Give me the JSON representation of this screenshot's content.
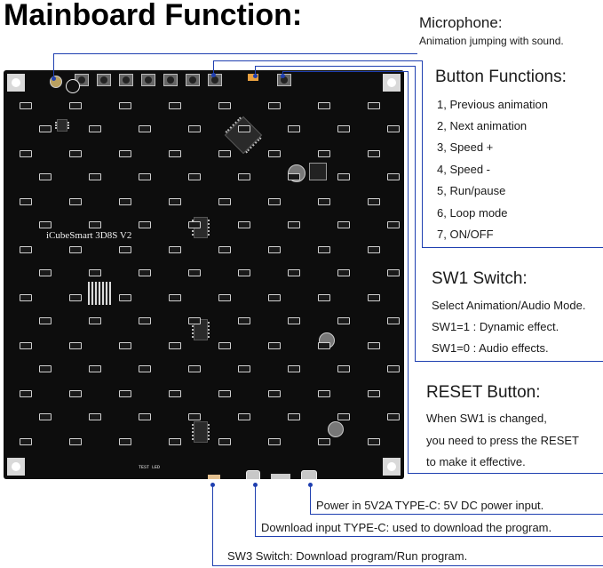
{
  "title": "Mainboard Function:",
  "board": {
    "label": "iCubeSmart 3D8S V2",
    "test_led_label": "TEST LED"
  },
  "microphone": {
    "heading": "Microphone:",
    "description": "Animation jumping with sound."
  },
  "buttons": {
    "heading": "Button Functions:",
    "items": [
      "1, Previous animation",
      "2, Next animation",
      "3, Speed +",
      "4, Speed -",
      "5, Run/pause",
      "6, Loop mode",
      "7, ON/OFF"
    ]
  },
  "sw1": {
    "heading": "SW1 Switch:",
    "lines": [
      "Select Animation/Audio Mode.",
      "SW1=1 : Dynamic effect.",
      "SW1=0 : Audio effects."
    ]
  },
  "reset": {
    "heading": "RESET Button:",
    "lines": [
      "When SW1 is changed,",
      "you need to press the RESET",
      "to make it effective."
    ]
  },
  "ports": {
    "power": "Power in 5V2A TYPE-C: 5V DC power input.",
    "download": "Download input TYPE-C: used to download the program.",
    "sw3": "SW3 Switch: Download program/Run program."
  },
  "colors": {
    "board": "#0d0d0d",
    "callout_line": "#1f3fb0"
  }
}
